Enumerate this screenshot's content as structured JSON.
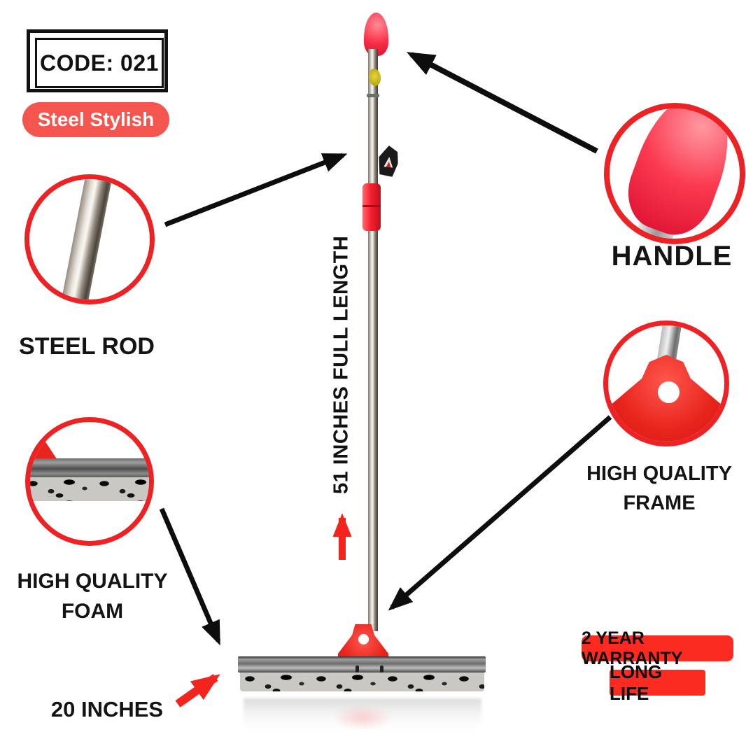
{
  "product": {
    "code_badge": "CODE: 021",
    "style_badge": "Steel Stylish",
    "length_label": "51 INCHES FULL LENGTH",
    "width_label": "20 INCHES"
  },
  "callouts": {
    "steel_rod": {
      "label": "STEEL ROD"
    },
    "handle": {
      "label": "HANDLE"
    },
    "frame": {
      "label_line1": "HIGH QUALITY",
      "label_line2": "FRAME"
    },
    "foam": {
      "label_line1": "HIGH QUALITY",
      "label_line2": "FOAM"
    }
  },
  "badges": {
    "warranty": "2 YEAR WARRANTY",
    "long_life": "LONG LIFE"
  },
  "colors": {
    "callout_ring_red": "#ed2224",
    "pill_coral": "#f4564f",
    "badge_red": "#fb2b21",
    "plastic_red": "#e8251c",
    "knob_red": "#fa2e47",
    "arrow_black": "#0d0d0d",
    "arrow_red": "#f3241d",
    "background": "#ffffff"
  }
}
